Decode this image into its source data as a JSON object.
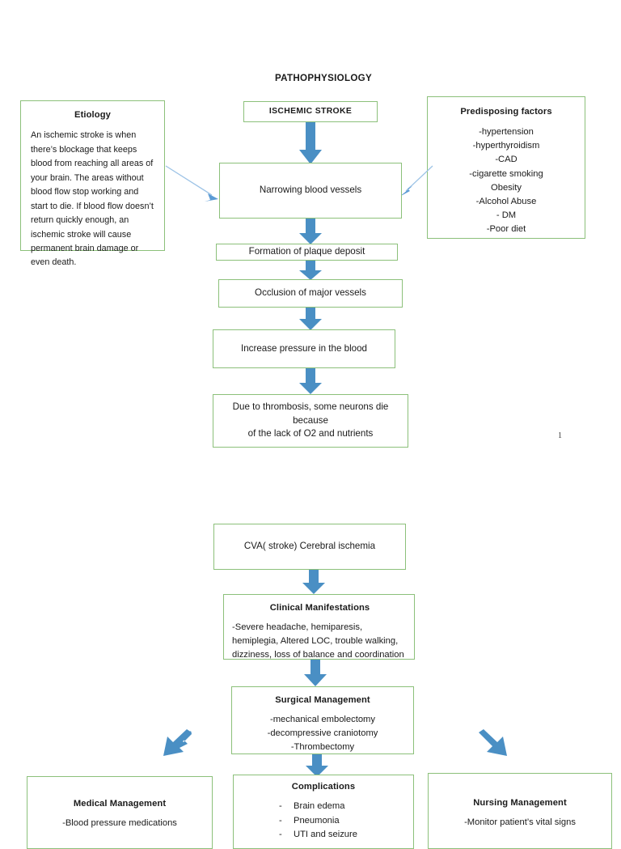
{
  "document": {
    "title": "PATHOPHYSIOLOGY",
    "page_number": "1"
  },
  "colors": {
    "box_border_green": "#8cc07a",
    "arrow_blue": "#4a8fc4",
    "thin_arrow_blue": "#9dc3e6",
    "text": "#1a1a1a",
    "background": "#ffffff"
  },
  "nodes": {
    "ischemic_stroke": {
      "title": "ISCHEMIC STROKE"
    },
    "etiology": {
      "title": "Etiology",
      "body": "An ischemic stroke is when there’s blockage that keeps blood from reaching all areas of your brain. The areas without blood flow stop working and start to die. If blood flow doesn’t return quickly enough, an ischemic stroke will cause permanent brain damage or even death."
    },
    "predisposing_factors": {
      "title": "Predisposing factors",
      "items": [
        "-hypertension",
        "-hyperthyroidism",
        "-CAD",
        "-cigarette smoking",
        "Obesity",
        "-Alcohol Abuse",
        "- DM",
        "-Poor diet"
      ]
    },
    "narrowing_blood_vessels": {
      "text": "Narrowing blood vessels"
    },
    "plaque_deposit": {
      "text": "Formation of plaque deposit"
    },
    "occlusion": {
      "text": "Occlusion of major vessels"
    },
    "increase_pressure": {
      "text": "Increase pressure in the blood"
    },
    "thrombosis": {
      "line1": "Due to thrombosis, some neurons die because",
      "line2": "of the lack of   O2 and nutrients"
    },
    "cva": {
      "text": "CVA( stroke) Cerebral ischemia"
    },
    "clinical_manifestations": {
      "title": "Clinical Manifestations",
      "body": "-Severe headache, hemiparesis, hemiplegia, Altered LOC, trouble walking, dizziness, loss of balance and coordination"
    },
    "surgical_management": {
      "title": "Surgical Management",
      "items": [
        "-mechanical embolectomy",
        "-decompressive craniotomy",
        "-Thrombectomy"
      ]
    },
    "medical_management": {
      "title": "Medical Management",
      "items": [
        "-Blood pressure medications"
      ]
    },
    "complications": {
      "title": "Complications",
      "items": [
        {
          "dash": "-",
          "text": "Brain edema"
        },
        {
          "dash": "-",
          "text": "Pneumonia"
        },
        {
          "dash": "-",
          "text": "UTI and seizure"
        }
      ]
    },
    "nursing_management": {
      "title": "Nursing Management",
      "items": [
        "-Monitor patient’s vital signs"
      ]
    }
  }
}
